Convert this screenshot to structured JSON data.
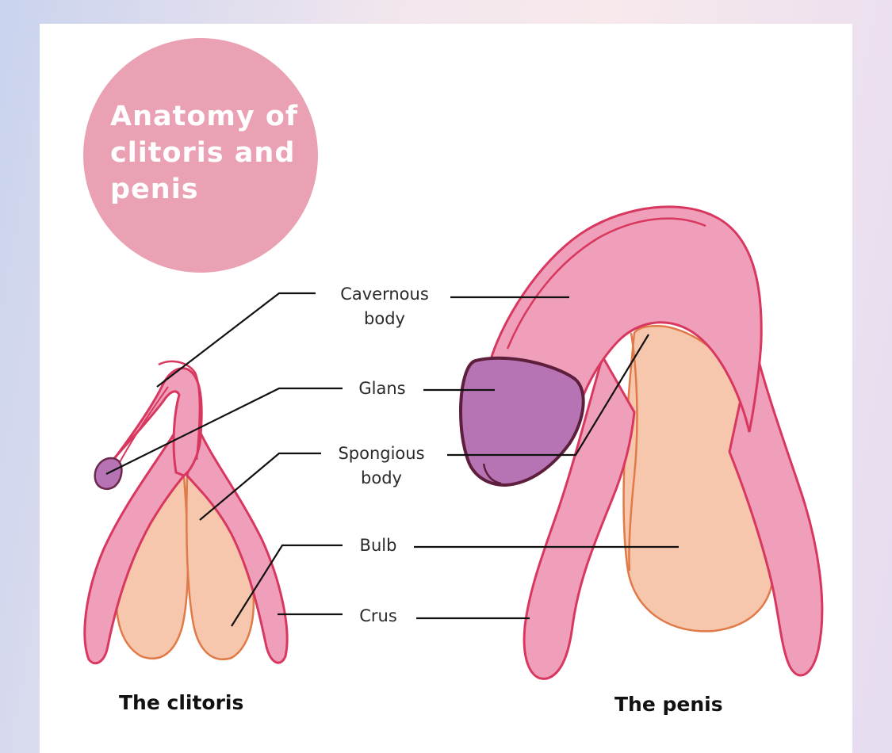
{
  "title": "Anatomy of clitoris and penis",
  "labels": {
    "cavernous_body": "Cavernous body",
    "glans": "Glans",
    "spongious_body": "Spongious body",
    "bulb": "Bulb",
    "crus": "Crus"
  },
  "captions": {
    "clitoris": "The clitoris",
    "penis": "The penis"
  },
  "colors": {
    "title_circle": "#eaa1b3",
    "cavernous_fill": "#ef9fb9",
    "cavernous_outline": "#d8385f",
    "glans_fill": "#b774b4",
    "glans_outline": "#6b2a4d",
    "bulb_fill": "#f6c6ad",
    "bulb_outline": "#e07a48",
    "leader_line": "#111111"
  }
}
